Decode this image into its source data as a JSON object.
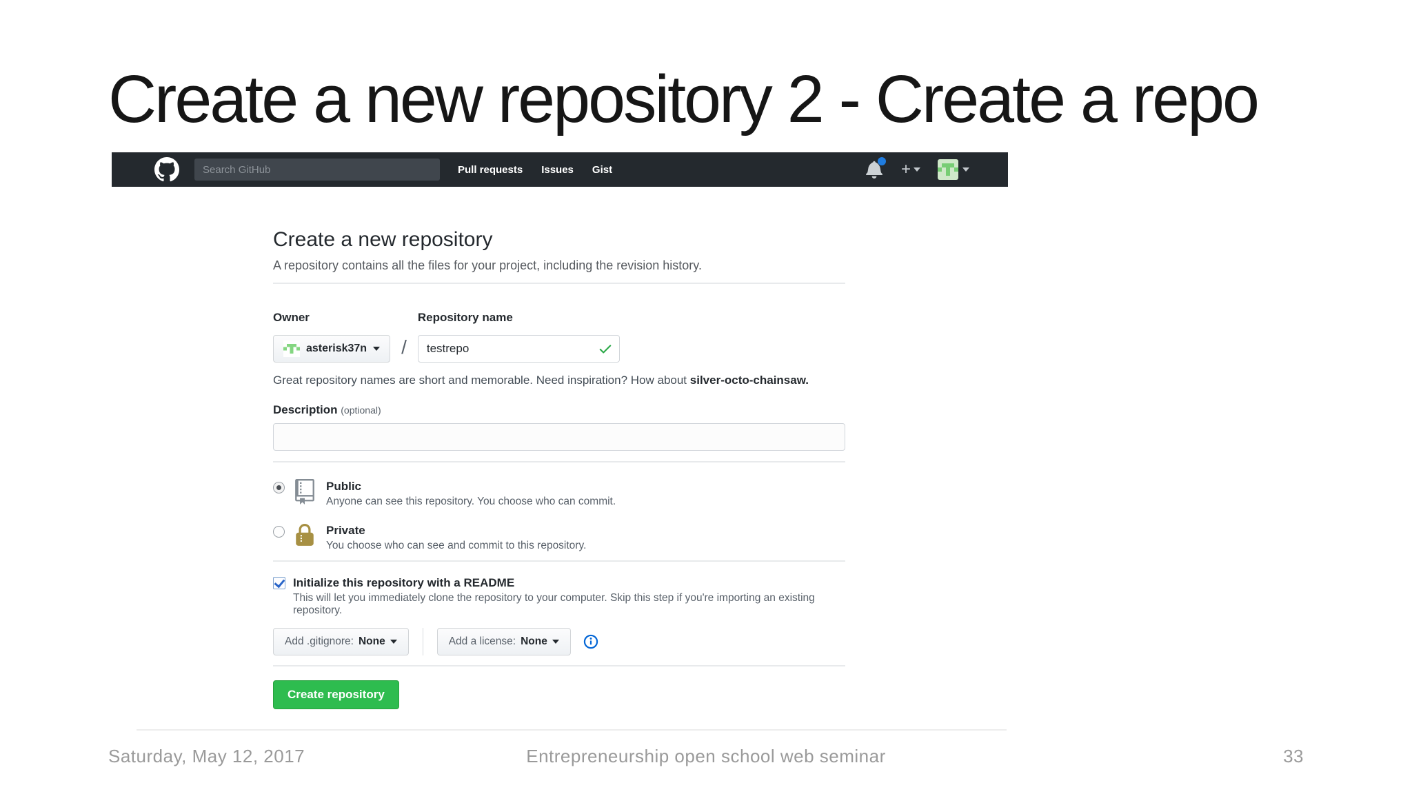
{
  "slide": {
    "title": "Create a new repository 2 - Create a repo",
    "footer": {
      "date": "Saturday, May 12, 2017",
      "center": "Entrepreneurship open school web seminar",
      "page": "33"
    }
  },
  "github": {
    "header": {
      "search_placeholder": "Search GitHub",
      "search_value": "",
      "nav": [
        {
          "label": "Pull requests"
        },
        {
          "label": "Issues"
        },
        {
          "label": "Gist"
        }
      ],
      "icons": [
        "github-logo",
        "bell-icon",
        "plus-icon",
        "avatar"
      ]
    },
    "page": {
      "heading": "Create a new repository",
      "subtitle": "A repository contains all the files for your project, including the revision history.",
      "owner_label": "Owner",
      "owner_value": "asterisk37n",
      "separator": "/",
      "repo_name_label": "Repository name",
      "repo_name_value": "testrepo",
      "hint_text": "Great repository names are short and memorable. Need inspiration? How about ",
      "hint_suggestion": "silver-octo-chainsaw.",
      "description_label": "Description",
      "description_optional": "(optional)",
      "description_value": "",
      "visibility": [
        {
          "label": "Public",
          "desc": "Anyone can see this repository. You choose who can commit.",
          "selected": true
        },
        {
          "label": "Private",
          "desc": "You choose who can see and commit to this repository.",
          "selected": false
        }
      ],
      "readme": {
        "label": "Initialize this repository with a README",
        "desc": "This will let you immediately clone the repository to your computer. Skip this step if you're importing an existing repository.",
        "checked": true
      },
      "gitignore_label": "Add .gitignore:",
      "gitignore_value": "None",
      "license_label": "Add a license:",
      "license_value": "None",
      "submit_label": "Create repository"
    },
    "colors": {
      "header_bg": "#24292e",
      "button_green": "#2ebc4f",
      "check_green": "#28a745",
      "info_blue": "#0366d6",
      "notification_blue": "#1f7ce0",
      "lock_gold": "#a79043"
    }
  }
}
